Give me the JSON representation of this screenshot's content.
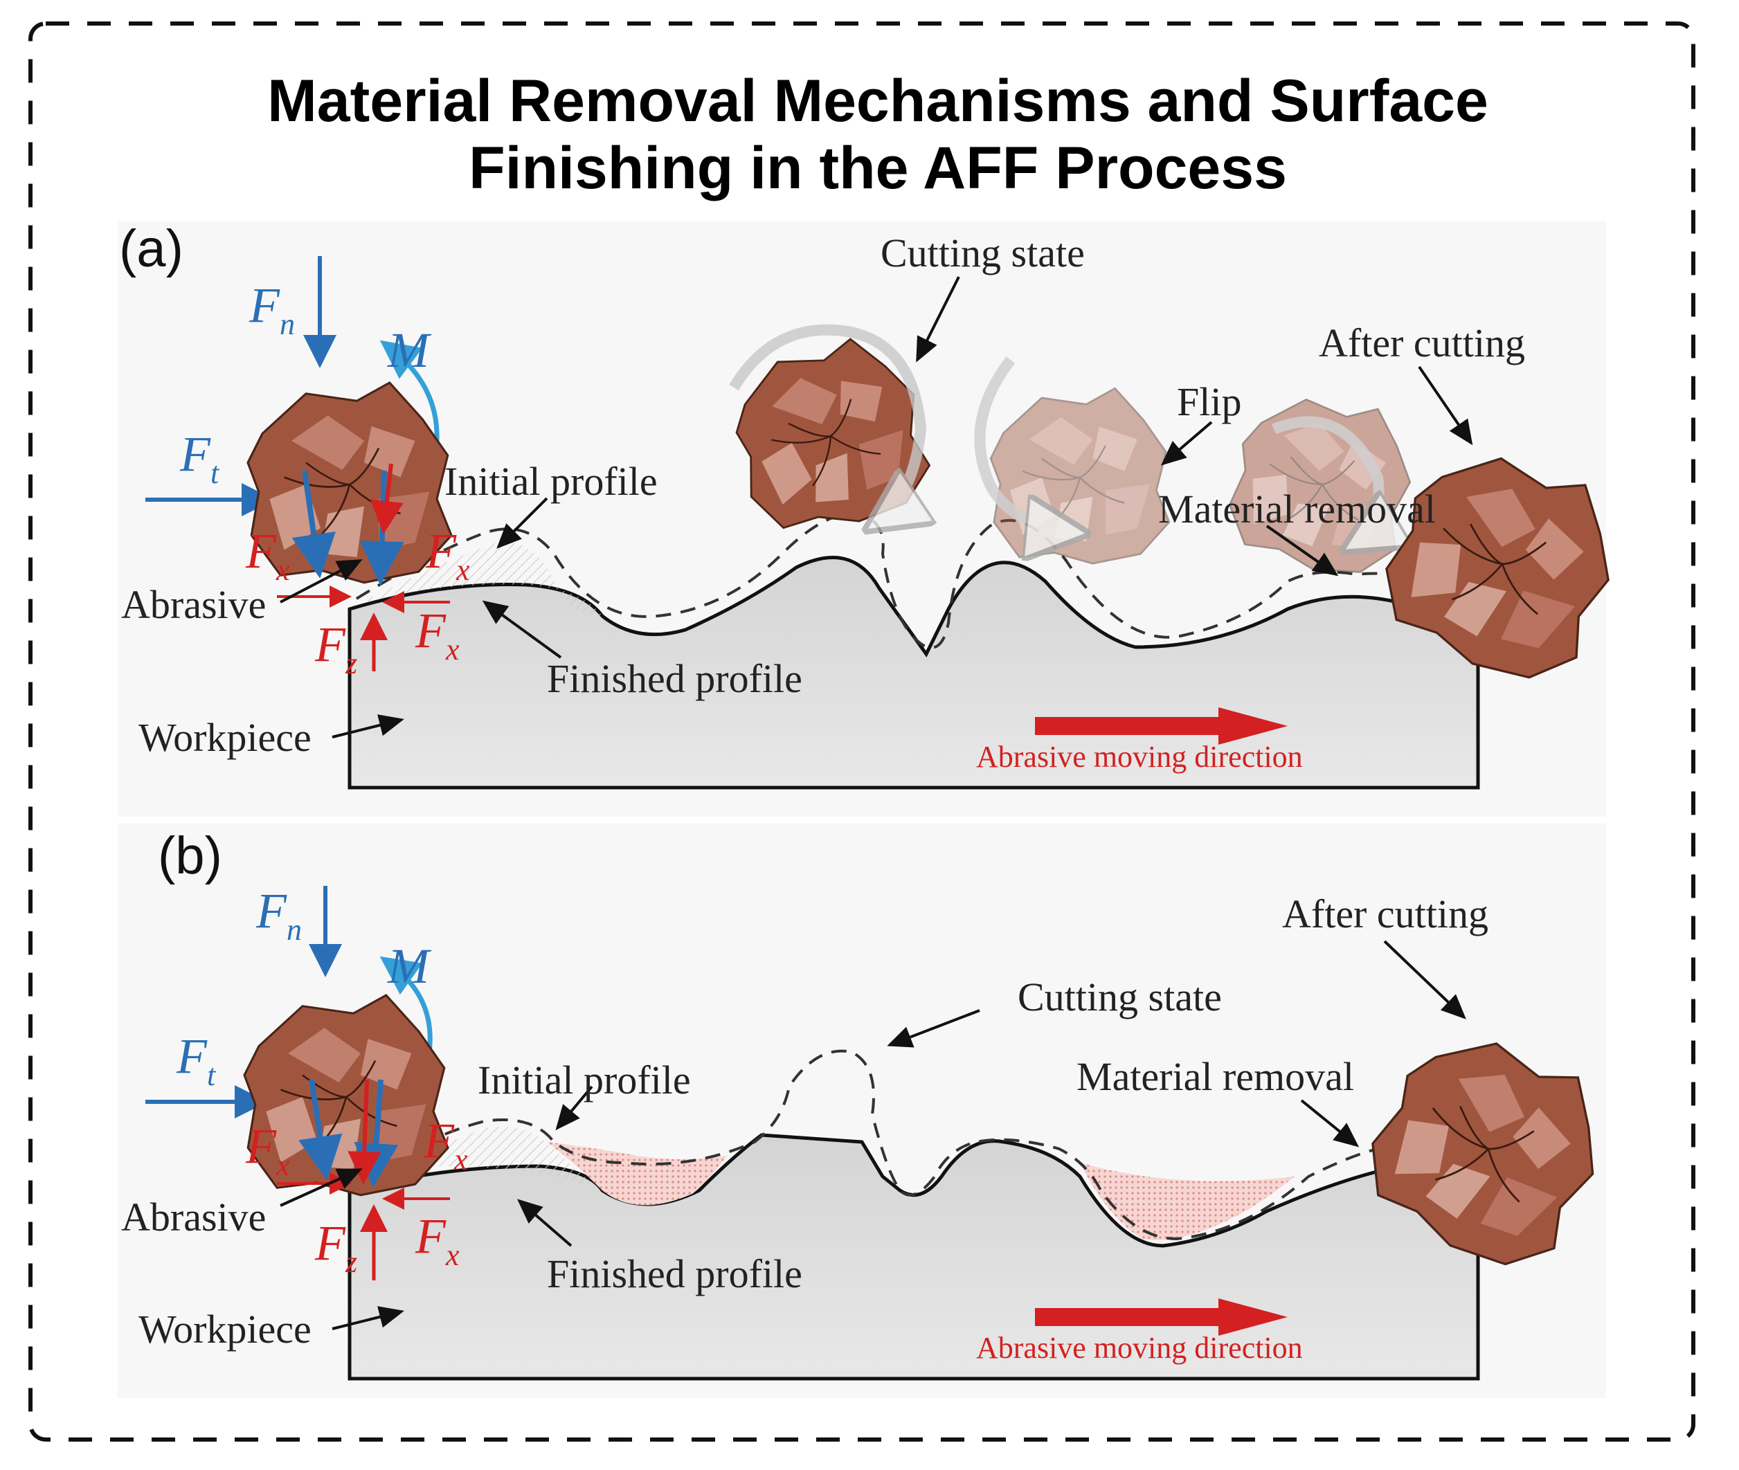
{
  "title": {
    "line1": "Material Removal Mechanisms and Surface",
    "line2": "Finishing in the AFF Process"
  },
  "panel_a": {
    "label": "(a)",
    "cutting_state": "Cutting state",
    "after_cutting": "After cutting",
    "flip": "Flip",
    "material_removal": "Material removal",
    "initial_profile": "Initial profile",
    "finished_profile": "Finished profile",
    "abrasive": "Abrasive",
    "workpiece": "Workpiece",
    "moving_direction": "Abrasive moving direction",
    "forces": {
      "normal": "F",
      "normal_sub": "n",
      "tangential": "F",
      "tangential_sub": "t",
      "moment": "M",
      "x": "F",
      "x_sub": "x",
      "z": "F",
      "z_sub": "z"
    }
  },
  "panel_b": {
    "label": "(b)",
    "cutting_state": "Cutting state",
    "after_cutting": "After cutting",
    "material_removal": "Material removal",
    "initial_profile": "Initial profile",
    "finished_profile": "Finished profile",
    "abrasive": "Abrasive",
    "workpiece": "Workpiece",
    "moving_direction": "Abrasive moving direction",
    "forces": {
      "normal": "F",
      "normal_sub": "n",
      "tangential": "F",
      "tangential_sub": "t",
      "moment": "M",
      "x": "F",
      "x_sub": "x",
      "z": "F",
      "z_sub": "z"
    }
  },
  "colors": {
    "abrasive": "#a0563e",
    "abrasive_faded": "#dcb6ac",
    "workpiece": "#dcdcdc",
    "force_blue": "#2a6fb5",
    "force_red": "#d42020",
    "moment": "#35a0d8",
    "removal_fill": "#f1c9c4"
  },
  "icons": [
    "abrasive-grain-icon",
    "rotation-arrow-icon",
    "direction-arrow-icon"
  ]
}
